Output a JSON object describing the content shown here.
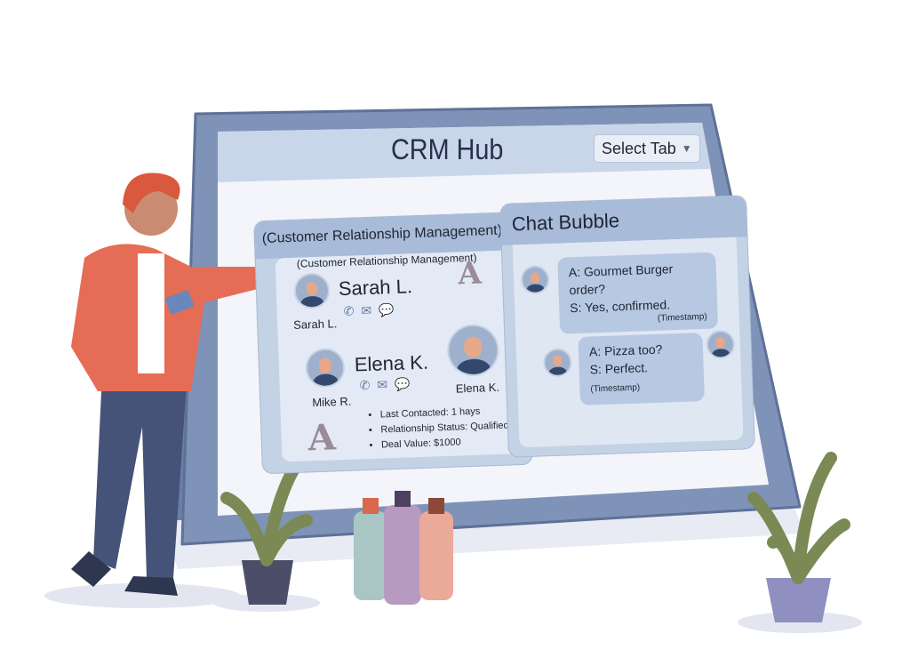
{
  "header": {
    "title": "CRM Hub",
    "select_tab": "Select Tab"
  },
  "crm_panel": {
    "title": "(Customer Relationship Management)",
    "subtitle": "(Customer Relationship Management)",
    "contacts": [
      {
        "name_large": "Sarah L.",
        "name_caption": "Sarah L."
      },
      {
        "name_large": "Elena K.",
        "name_caption": "Mike R."
      },
      {
        "name_caption": "Elena K."
      }
    ],
    "details": [
      "Last Contacted: 1 hays",
      "Relationship Status: Qualified",
      "Deal Value: $1000"
    ]
  },
  "chat_panel": {
    "title": "Chat Bubble",
    "messages": [
      {
        "line1": "A: Gourmet Burger order?",
        "line2": "S: Yes, confirmed.",
        "timestamp": "(Timestamp)"
      },
      {
        "line1": "A: Pizza too?",
        "line2": "S: Perfect.",
        "timestamp": "(Timestamp)"
      }
    ]
  },
  "colors": {
    "frame": "#7f93b8",
    "screen": "#f3f5fa",
    "header": "#c9d6ea",
    "card": "#c4d2e6"
  }
}
